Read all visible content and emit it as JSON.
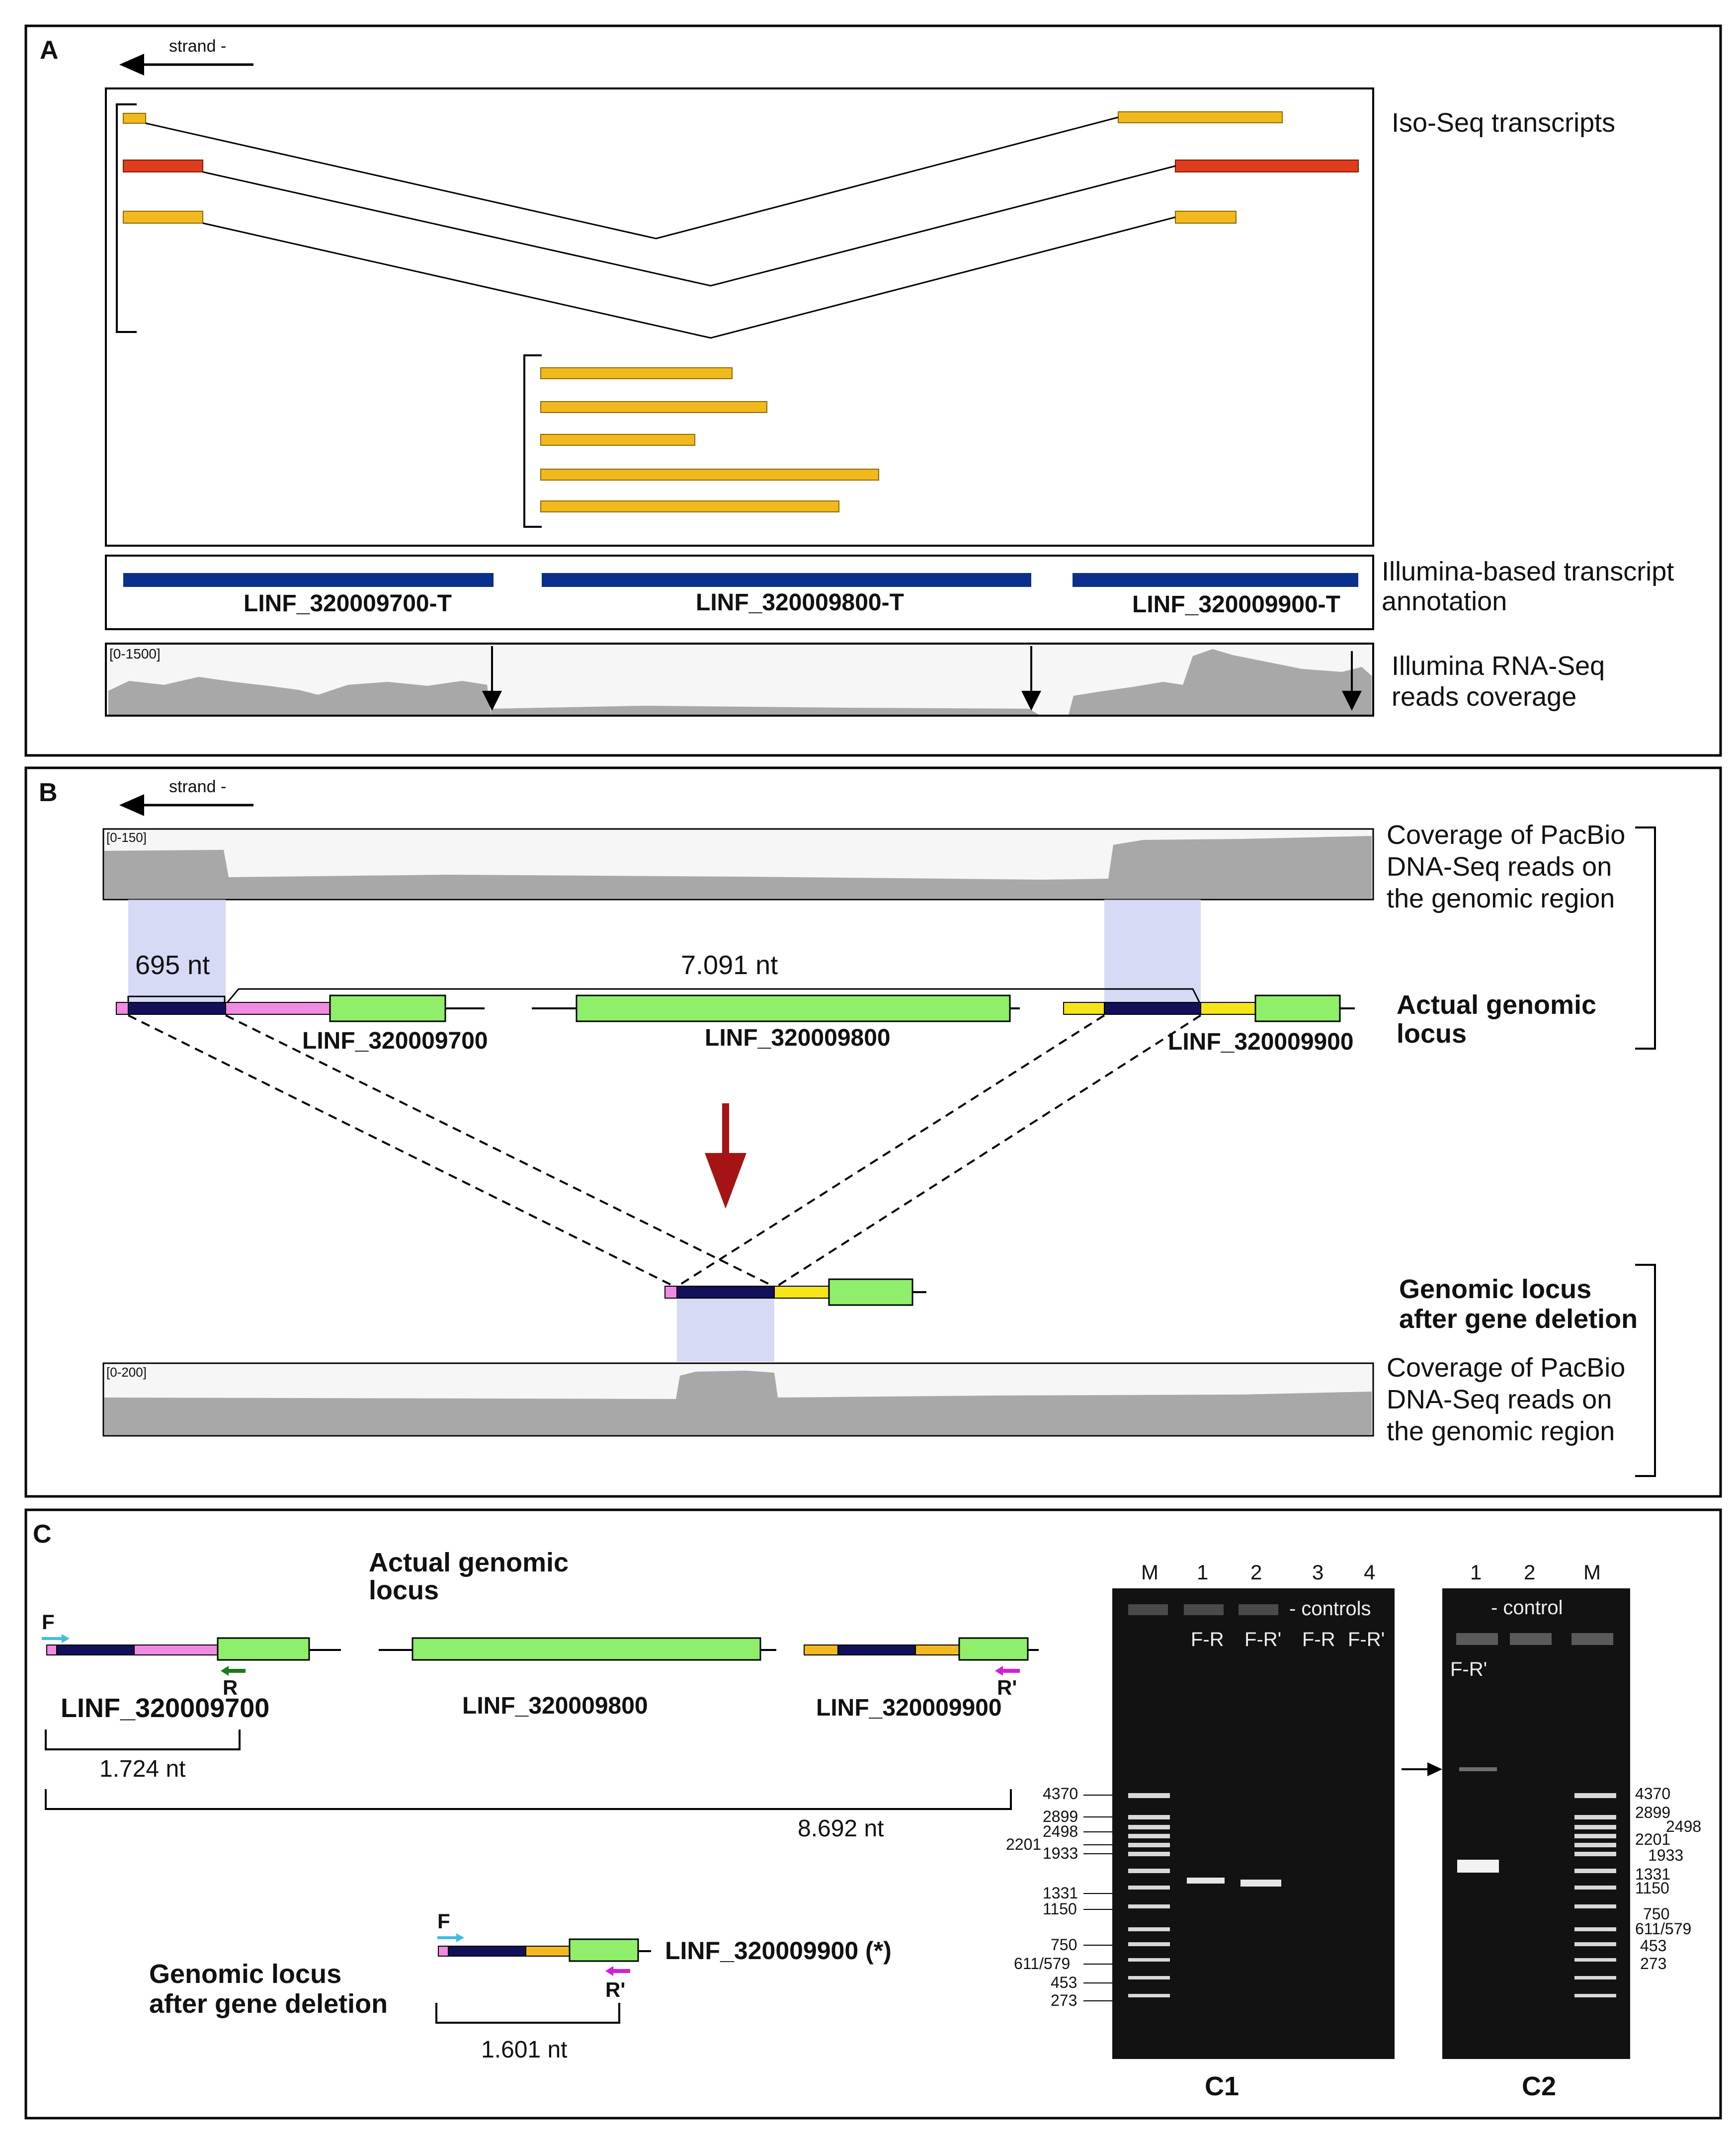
{
  "panelA": {
    "label": "A",
    "strand": "strand -",
    "isoseq_label": "Iso-Seq transcripts",
    "illumina_annot_label_1": "Illumina-based transcript",
    "illumina_annot_label_2": "annotation",
    "coverage_range": "[0-1500]",
    "coverage_label_1": "Illumina RNA-Seq",
    "coverage_label_2": "reads coverage",
    "genes": [
      "LINF_320009700-T",
      "LINF_320009800-T",
      "LINF_320009900-T"
    ]
  },
  "panelB": {
    "label": "B",
    "strand": "strand -",
    "coverage_top_range": "[0-150]",
    "coverage_bottom_range": "[0-200]",
    "coverage_label_1": "Coverage of PacBio",
    "coverage_label_2": "DNA-Seq reads on",
    "coverage_label_3": "the genomic region",
    "len_695": "695 nt",
    "len_7091": "7.091 nt",
    "genes": [
      "LINF_320009700",
      "LINF_320009800",
      "LINF_320009900"
    ],
    "actual_locus_1": "Actual genomic",
    "actual_locus_2": "locus",
    "deletion_locus_1": "Genomic locus",
    "deletion_locus_2": "after gene deletion"
  },
  "panelC": {
    "label": "C",
    "actual_locus_1": "Actual genomic",
    "actual_locus_2": "locus",
    "primer_F": "F",
    "primer_R": "R",
    "primer_Rp": "R'",
    "genes": [
      "LINF_320009700",
      "LINF_320009800",
      "LINF_320009900"
    ],
    "len_1724": "1.724 nt",
    "len_8692": "8.692 nt",
    "deletion_gene": "LINF_320009900 (*)",
    "deletion_locus_1": "Genomic locus",
    "deletion_locus_2": "after gene deletion",
    "len_1601": "1.601 nt",
    "gel1": {
      "lanes": [
        "M",
        "1",
        "2",
        "3",
        "4"
      ],
      "controls": "- controls",
      "primer_labels": [
        "F-R",
        "F-R'",
        "F-R",
        "F-R'"
      ],
      "markers": [
        "4370",
        "2899",
        "2498",
        "2201",
        "1933",
        "1331",
        "1150",
        "750",
        "611/579",
        "453",
        "273"
      ],
      "name": "C1"
    },
    "gel2": {
      "lanes": [
        "1",
        "2",
        "M"
      ],
      "control": "- control",
      "primer_label": "F-R'",
      "markers": [
        "4370",
        "2899",
        "2498",
        "2201",
        "1933",
        "1331",
        "1150",
        "750",
        "611/579",
        "453",
        "273"
      ],
      "name": "C2"
    }
  }
}
